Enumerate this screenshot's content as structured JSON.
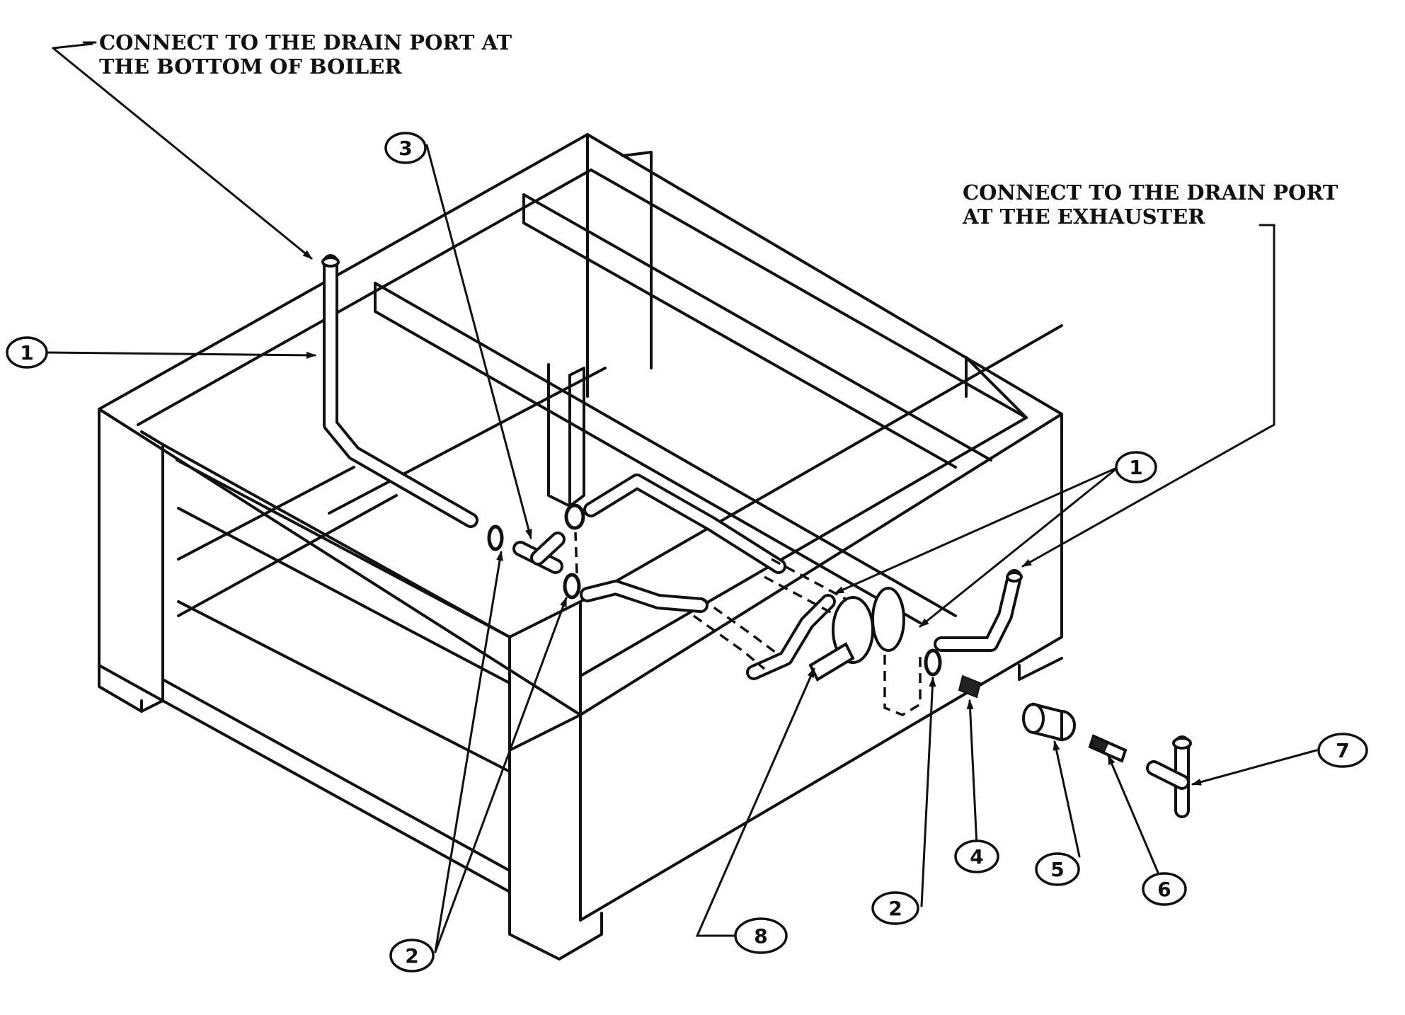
{
  "notes": {
    "boiler_line1": "CONNECT TO THE DRAIN PORT AT",
    "boiler_line2": "THE BOTTOM OF BOILER",
    "exhauster_line1": "CONNECT TO THE DRAIN PORT",
    "exhauster_line2": "AT THE EXHAUSTER"
  },
  "callouts": {
    "pipe_left": "1",
    "pipe_right": "1",
    "tee": "3",
    "gasket_left": "2",
    "gasket_right": "2",
    "fitting": "4",
    "coupling": "5",
    "nipple": "6",
    "tee_outlet": "7",
    "clamp": "8"
  }
}
